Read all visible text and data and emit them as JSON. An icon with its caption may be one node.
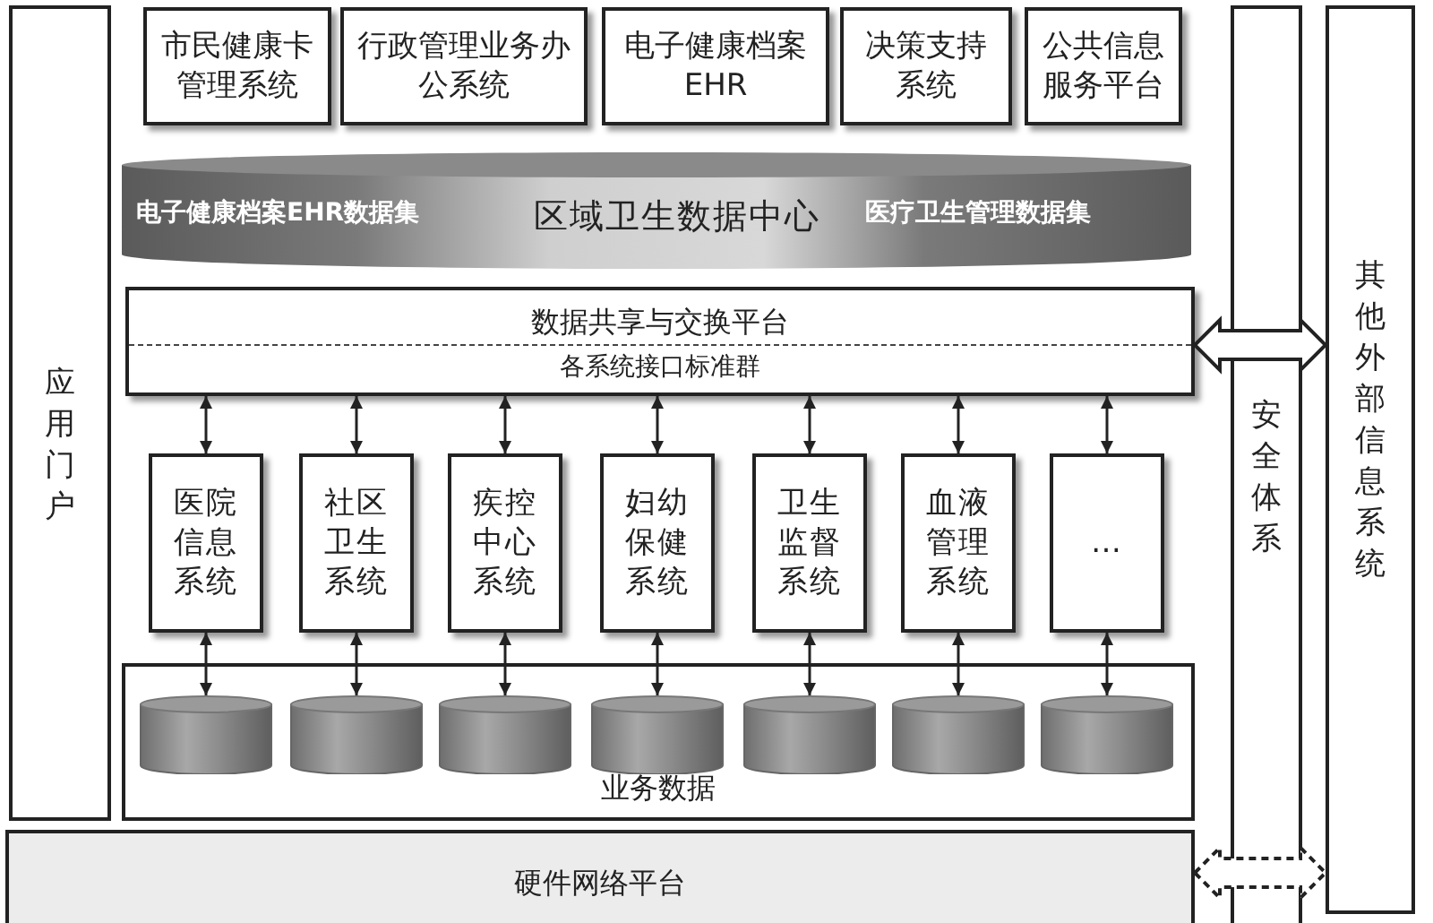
{
  "diagram": {
    "nodes": [
      {
        "text": [
          "应用门户"
        ]
      },
      {
        "text": [
          "市民健康卡管理系统"
        ]
      },
      {
        "text": [
          "行政管理业务办公系统"
        ]
      },
      {
        "text": [
          "电子健康档案 EHR"
        ]
      },
      {
        "text": [
          "决策支持系统"
        ]
      },
      {
        "text": [
          "公共信息服务平台"
        ]
      },
      {
        "text": [
          "电子健康档案EHR数据集",
          "区域卫生数据中心",
          "医疗卫生管理数据集"
        ]
      },
      {
        "text": [
          "数据共享与交换平台",
          "各系统接口标准群"
        ]
      },
      {
        "text": [
          "医院信息系统"
        ]
      },
      {
        "text": [
          "社区卫生系统"
        ]
      },
      {
        "text": [
          "疾控中心系统"
        ]
      },
      {
        "text": [
          "妇幼保健系统"
        ]
      },
      {
        "text": [
          "卫生监督系统"
        ]
      },
      {
        "text": [
          "血液管理系统"
        ]
      },
      {
        "text": [
          "…"
        ]
      },
      {
        "text": [
          "业务数据"
        ]
      },
      {
        "text": [],
        "shape": "cylinder",
        "in": 15
      },
      {
        "text": [],
        "shape": "cylinder",
        "in": 15
      },
      {
        "text": [],
        "shape": "cylinder",
        "in": 15
      },
      {
        "text": [],
        "shape": "cylinder",
        "in": 15
      },
      {
        "text": [],
        "shape": "cylinder",
        "in": 15
      },
      {
        "text": [],
        "shape": "cylinder",
        "in": 15
      },
      {
        "text": [],
        "shape": "cylinder",
        "in": 15
      },
      {
        "text": [
          "硬件网络平台"
        ]
      },
      {
        "text": [
          "安全体系"
        ]
      },
      {
        "text": [
          "其他外部信息系统"
        ]
      }
    ],
    "edges": [
      {
        "from": 7,
        "to": 8,
        "arrow": "both"
      },
      {
        "from": 7,
        "to": 9,
        "arrow": "both"
      },
      {
        "from": 7,
        "to": 10,
        "arrow": "both"
      },
      {
        "from": 7,
        "to": 11,
        "arrow": "both"
      },
      {
        "from": 7,
        "to": 12,
        "arrow": "both"
      },
      {
        "from": 7,
        "to": 13,
        "arrow": "both"
      },
      {
        "from": 7,
        "to": 14,
        "arrow": "both"
      },
      {
        "from": 8,
        "to": 16,
        "arrow": "both"
      },
      {
        "from": 9,
        "to": 17,
        "arrow": "both"
      },
      {
        "from": 10,
        "to": 18,
        "arrow": "both"
      },
      {
        "from": 11,
        "to": 19,
        "arrow": "both"
      },
      {
        "from": 12,
        "to": 20,
        "arrow": "both"
      },
      {
        "from": 13,
        "to": 21,
        "arrow": "both"
      },
      {
        "from": 14,
        "to": 22,
        "arrow": "both"
      },
      {
        "from": 7,
        "to": 25,
        "arrow": "both"
      },
      {
        "from": 23,
        "to": 25,
        "arrow": "both",
        "style": "dashed"
      }
    ]
  }
}
